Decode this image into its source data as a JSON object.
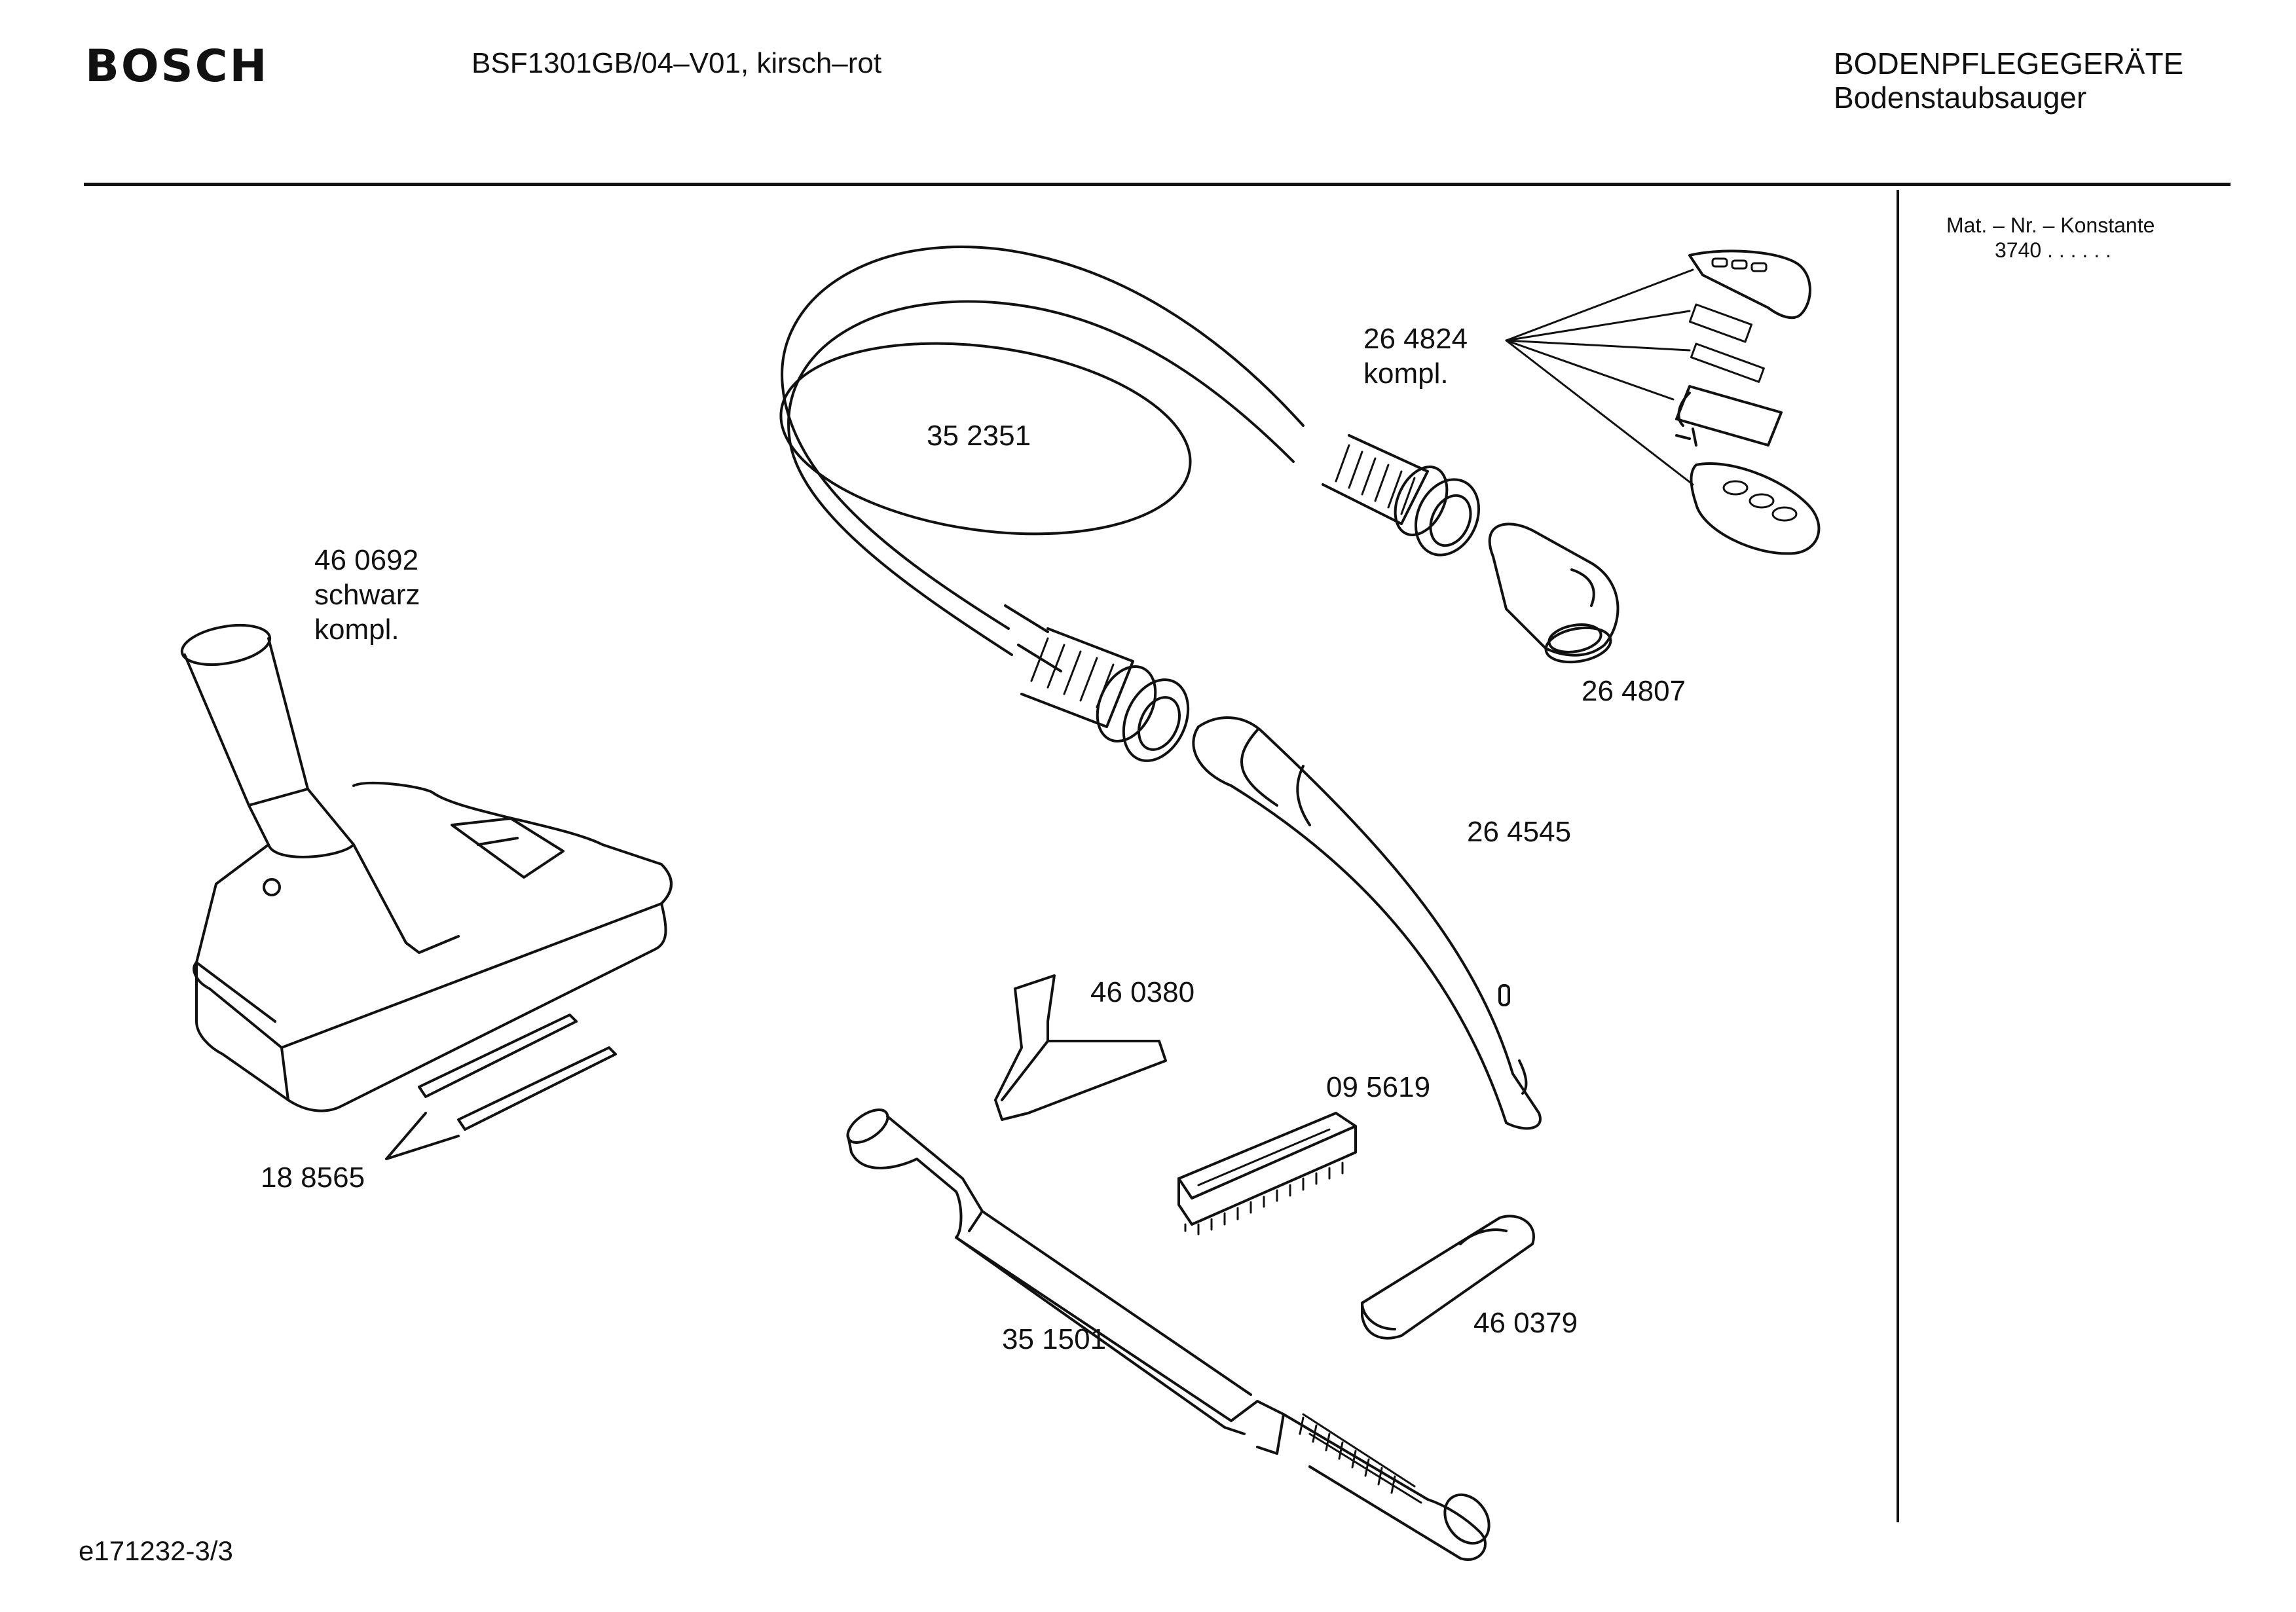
{
  "header": {
    "brand": "BOSCH",
    "model": "BSF1301GB/04–V01, kirsch–rot",
    "category": "BODENPFLEGEGERÄTE",
    "subcategory": "Bodenstaubsauger"
  },
  "sidebar": {
    "mat_label": "Mat. – Nr. – Konstante",
    "mat_value": "3740  .  .    .  .  .  ."
  },
  "parts": [
    {
      "id": "p1",
      "lines": [
        "35 2351"
      ]
    },
    {
      "id": "p2",
      "lines": [
        "26 4824",
        "kompl."
      ]
    },
    {
      "id": "p3",
      "lines": [
        "46 0692",
        "schwarz",
        "kompl."
      ]
    },
    {
      "id": "p4",
      "lines": [
        "26 4807"
      ]
    },
    {
      "id": "p5",
      "lines": [
        "26 4545"
      ]
    },
    {
      "id": "p6",
      "lines": [
        "46 0380"
      ]
    },
    {
      "id": "p7",
      "lines": [
        "09 5619"
      ]
    },
    {
      "id": "p8",
      "lines": [
        "18 8565"
      ]
    },
    {
      "id": "p9",
      "lines": [
        "35 1501"
      ]
    },
    {
      "id": "p10",
      "lines": [
        "46 0379"
      ]
    }
  ],
  "footer": {
    "code": "e171232-3/3"
  }
}
